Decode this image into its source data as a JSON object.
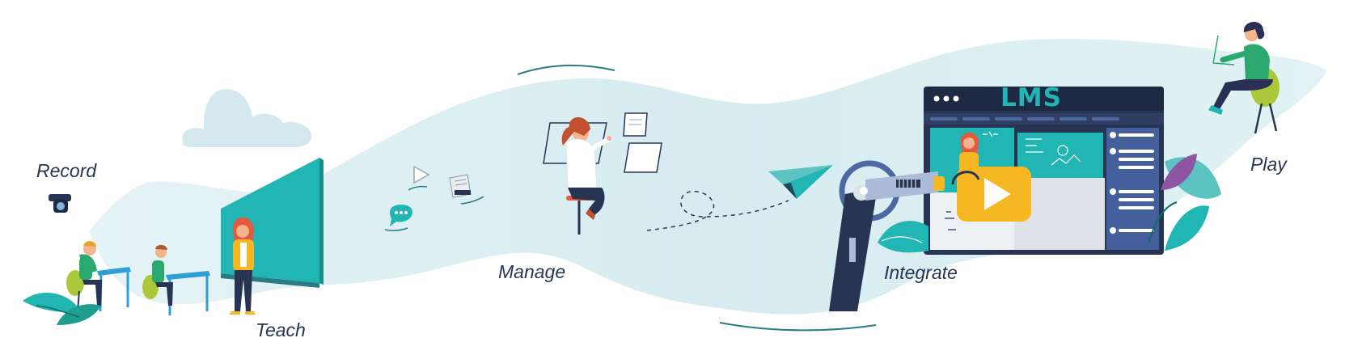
{
  "stages": [
    {
      "id": "record",
      "label": "Record"
    },
    {
      "id": "teach",
      "label": "Teach"
    },
    {
      "id": "manage",
      "label": "Manage"
    },
    {
      "id": "integrate",
      "label": "Integrate"
    },
    {
      "id": "play",
      "label": "Play"
    }
  ],
  "lms_window": {
    "title": "LMS"
  },
  "colors": {
    "wave": "#d9eef2",
    "wave_edge": "#c6e3ea",
    "teal": "#21b6b3",
    "navy": "#273552",
    "play_yellow": "#f5b823",
    "lime": "#a9c93b",
    "purple": "#8e55a3"
  }
}
